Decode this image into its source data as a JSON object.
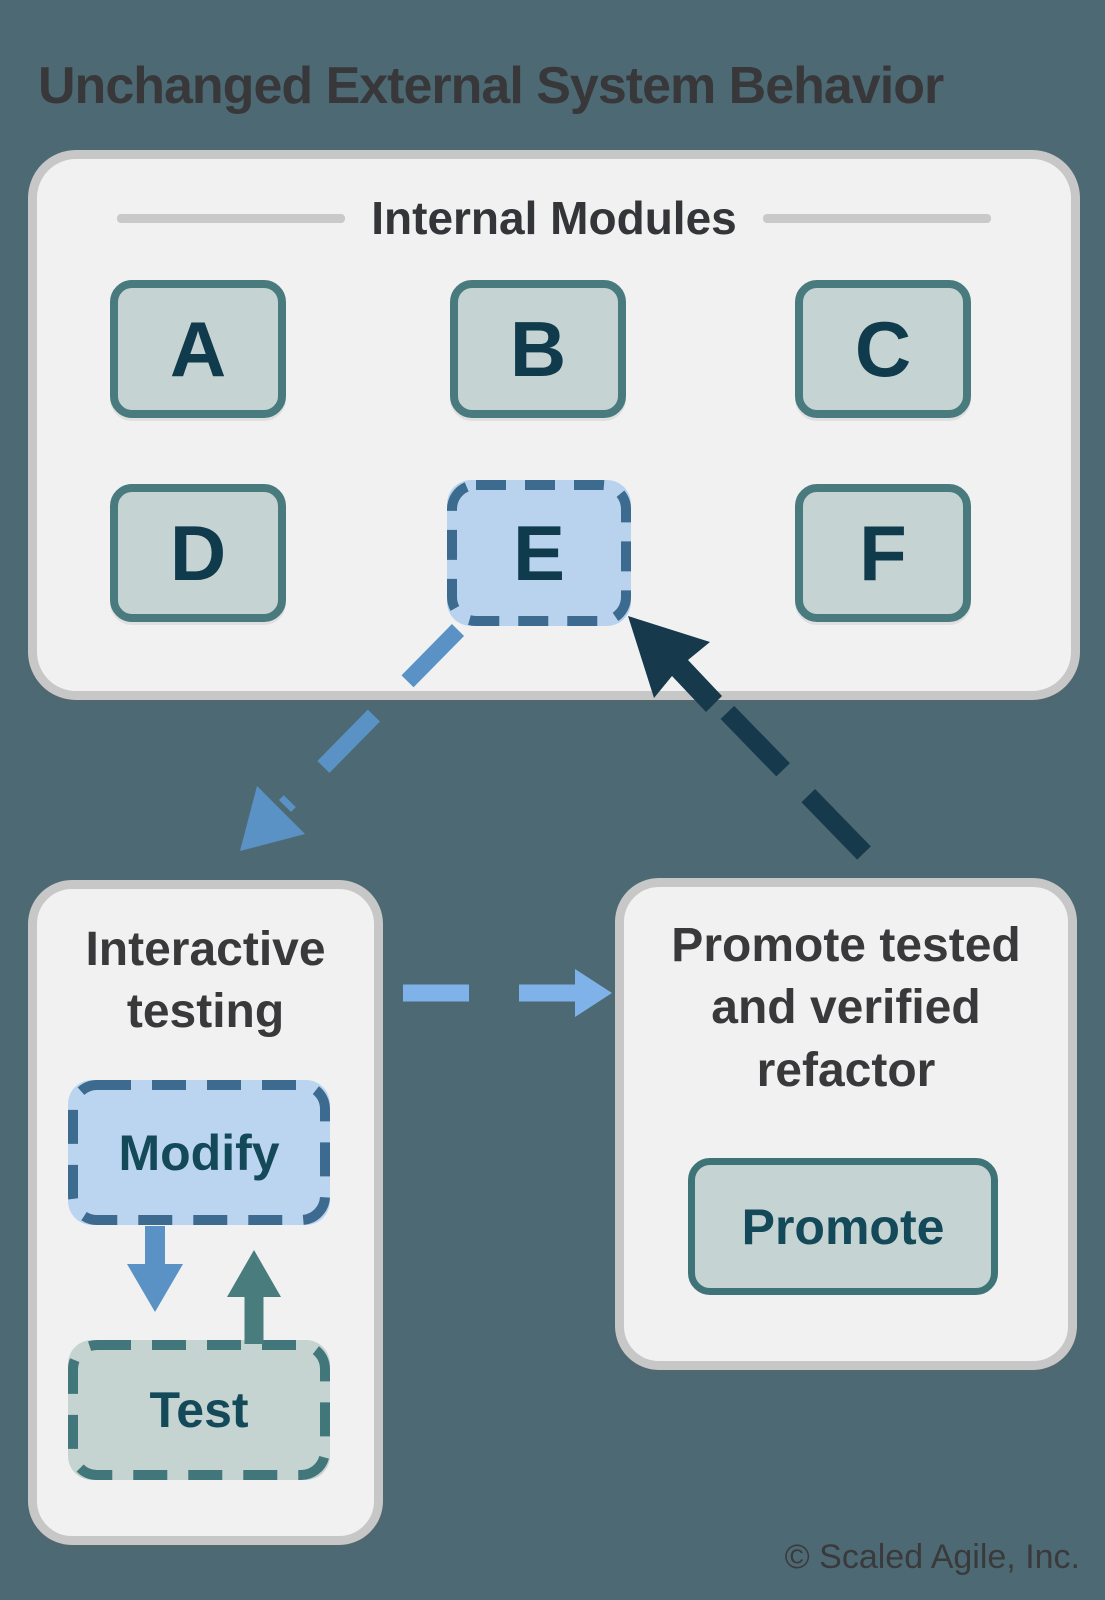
{
  "page": {
    "title": "Unchanged External System Behavior",
    "copyright": "© Scaled Agile, Inc."
  },
  "internal_modules": {
    "heading": "Internal Modules",
    "modules": [
      {
        "label": "A",
        "state": "normal"
      },
      {
        "label": "B",
        "state": "normal"
      },
      {
        "label": "C",
        "state": "normal"
      },
      {
        "label": "D",
        "state": "normal"
      },
      {
        "label": "E",
        "state": "highlighted"
      },
      {
        "label": "F",
        "state": "normal"
      }
    ]
  },
  "interactive_testing": {
    "heading": "Interactive testing",
    "modify_label": "Modify",
    "test_label": "Test"
  },
  "promote_panel": {
    "heading": "Promote tested and verified refactor",
    "button_label": "Promote"
  },
  "arrows": {
    "e_to_testing": "dashed-blue-arrow-down-left",
    "promote_to_e": "dashed-dark-cursor-arrow-up-left",
    "testing_to_promote": "dashed-blue-arrow-right",
    "modify_to_test": "solid-blue-arrow-down",
    "test_to_modify": "solid-teal-arrow-up"
  },
  "colors": {
    "background": "#4D6A74",
    "panel_fill": "#F1F1F1",
    "panel_border": "#C7C7C7",
    "module_fill": "#C5D3D3",
    "module_border": "#487A7E",
    "module_text": "#0F3B4C",
    "highlight_fill": "#B9D3EF",
    "highlight_dash": "#3D6B90",
    "test_dash": "#41767A",
    "blue_arrow": "#5B92C5",
    "light_blue_arrow": "#7FB2E8",
    "dark_arrow": "#16394B",
    "teal_arrow": "#497C7D",
    "heading_text": "#38383A"
  }
}
